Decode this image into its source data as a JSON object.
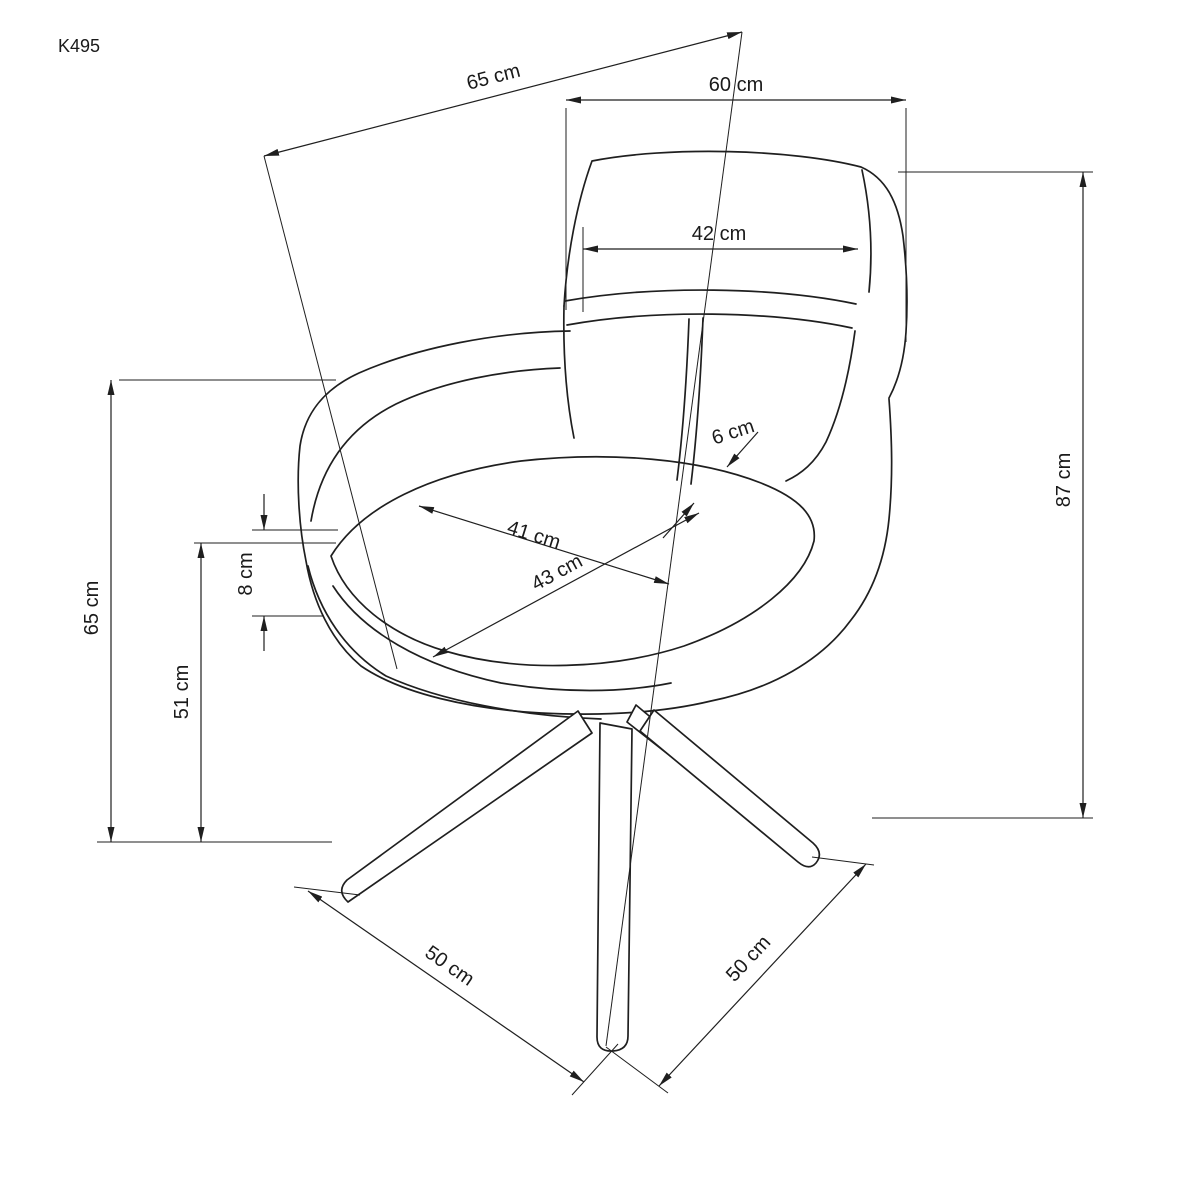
{
  "title": "K495",
  "drawing": {
    "type": "furniture-dimension-diagram",
    "subject": "swivel armchair line drawing, three-quarter view",
    "line_color": "#1f1f1f",
    "background_color": "#ffffff",
    "unit": "cm"
  },
  "dimensions": {
    "diagonal_depth": "65 cm",
    "backrest_top_width": "60 cm",
    "backrest_inner_width": "42 cm",
    "total_height": "87 cm",
    "armrest_height": "65 cm",
    "seat_edge_thickness": "8 cm",
    "seat_height": "51 cm",
    "back_cushion_thickness": "6 cm",
    "seat_depth": "41 cm",
    "seat_width": "43 cm",
    "leg_span_front_left": "50 cm",
    "leg_span_front_right": "50 cm"
  }
}
